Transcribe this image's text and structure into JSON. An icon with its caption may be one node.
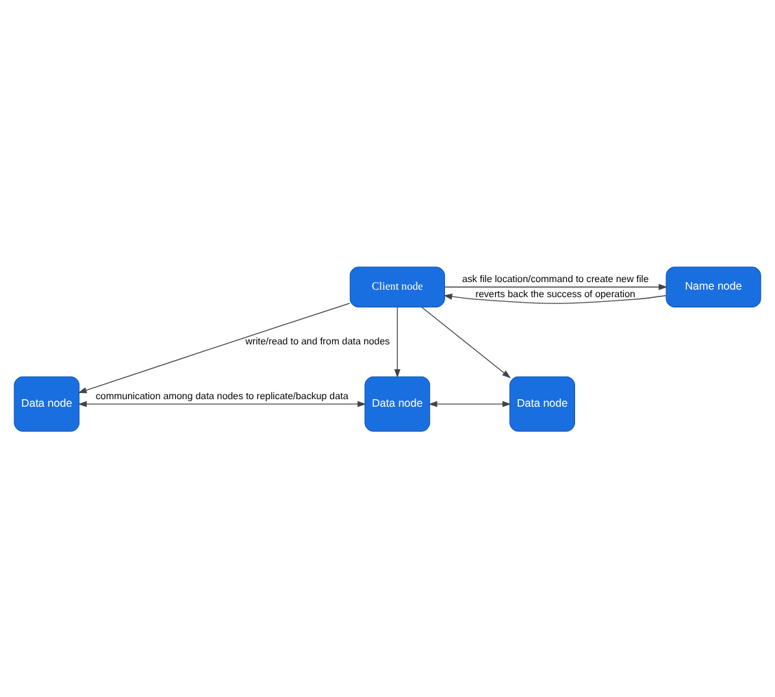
{
  "diagram": {
    "nodes": [
      {
        "text": [
          "Client node"
        ]
      },
      {
        "text": [
          "Name node"
        ]
      },
      {
        "text": [
          "Data node"
        ]
      },
      {
        "text": [
          "Data node"
        ]
      },
      {
        "text": [
          "Data node"
        ]
      }
    ],
    "edges": [
      {
        "from": 1,
        "to": 0,
        "arrow": "to",
        "label": "reverts back the success of operation"
      },
      {
        "from": 0,
        "to": 1,
        "arrow": "to",
        "label": "ask file location/command to create new file"
      },
      {
        "from": 0,
        "to": 2,
        "arrow": "to",
        "label": "write/read to and from data nodes"
      },
      {
        "from": 0,
        "to": 3,
        "arrow": "to"
      },
      {
        "from": 0,
        "to": 4,
        "arrow": "to"
      },
      {
        "from": 2,
        "to": 3,
        "arrow": "both",
        "label": "communication among data nodes to replicate/backup data"
      },
      {
        "from": 3,
        "to": 4,
        "arrow": "both"
      }
    ]
  }
}
